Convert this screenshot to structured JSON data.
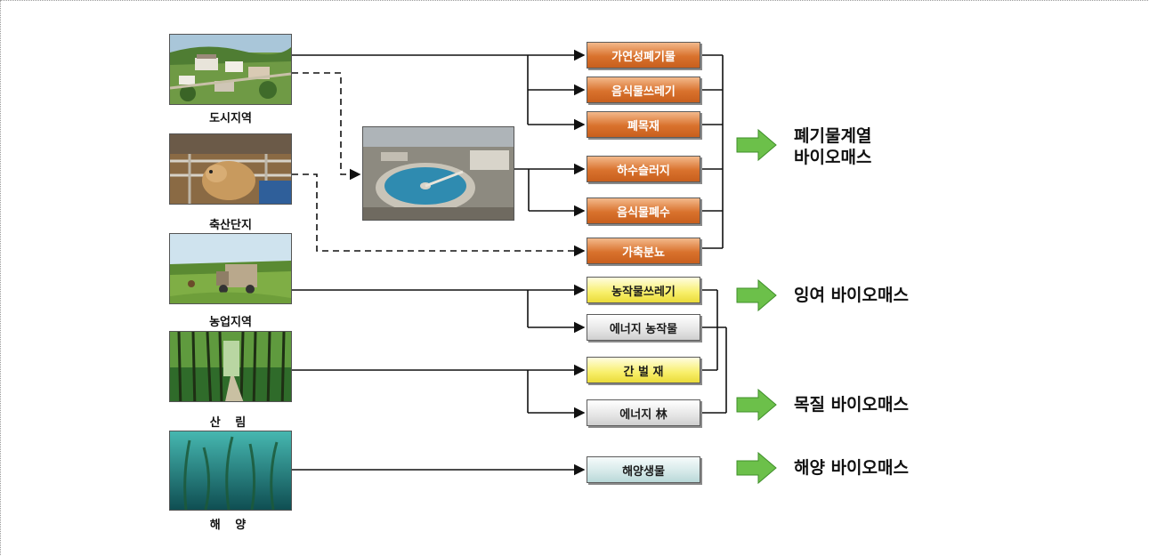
{
  "sources": [
    {
      "label": "도시지역"
    },
    {
      "label": "축산단지"
    },
    {
      "label": "농업지역"
    },
    {
      "label": "산  림"
    },
    {
      "label": "해  양"
    }
  ],
  "outputs": [
    {
      "label": "가연성폐기물",
      "style": "orange"
    },
    {
      "label": "음식물쓰레기",
      "style": "orange"
    },
    {
      "label": "폐목재",
      "style": "orange"
    },
    {
      "label": "하수슬러지",
      "style": "orange"
    },
    {
      "label": "음식물폐수",
      "style": "orange"
    },
    {
      "label": "가축분뇨",
      "style": "orange"
    },
    {
      "label": "농작물쓰레기",
      "style": "yellow"
    },
    {
      "label": "에너지 농작물",
      "style": "gray"
    },
    {
      "label": "간 벌 재",
      "style": "yellow"
    },
    {
      "label": "에너지 林",
      "style": "gray"
    },
    {
      "label": "해양생물",
      "style": "teal"
    }
  ],
  "categories": [
    {
      "line1": "폐기물계열",
      "line2": "바이오매스"
    },
    {
      "line1": "잉여 바이오매스"
    },
    {
      "line1": "목질 바이오매스"
    },
    {
      "line1": "해양 바이오매스"
    }
  ],
  "colors": {
    "orange_box": "#d9722d",
    "yellow_box": "#f8ef6a",
    "gray_box": "#e5e5e5",
    "teal_box": "#d3e8e8",
    "arrow_green": "#6cc04a",
    "line": "#111111"
  }
}
